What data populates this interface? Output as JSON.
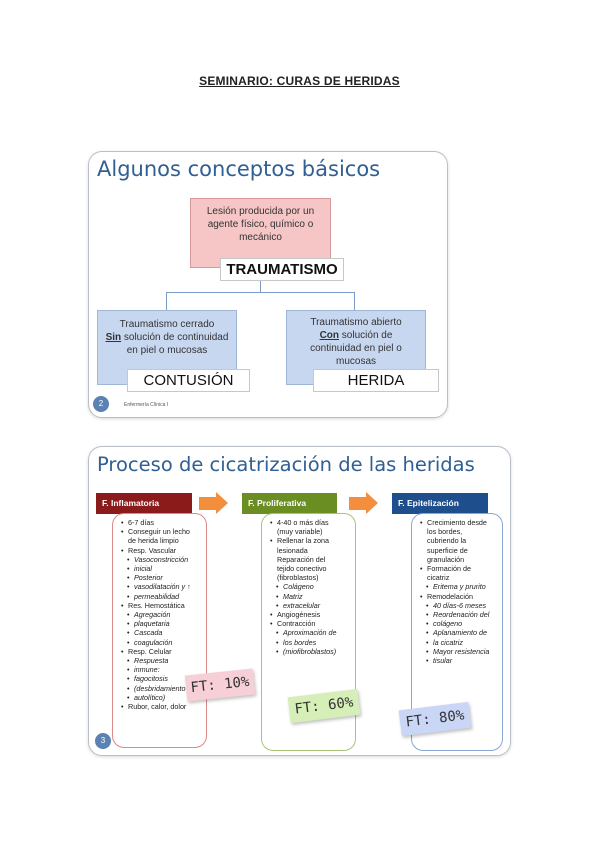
{
  "document": {
    "title": "SEMINARIO: CURAS DE HERIDAS"
  },
  "slide1": {
    "title": "Algunos conceptos básicos",
    "number": "2",
    "footer": "Enfermería Clínica I",
    "top_box": {
      "text_line1": "Lesión producida por un",
      "text_line2": "agente físico, químico o",
      "text_line3": "mecánico",
      "label": "TRAUMATISMO"
    },
    "left_box": {
      "line1": "Traumatismo cerrado",
      "line2_emph": "Sin",
      "line2_rest": " solución de continuidad",
      "line3": "en piel o mucosas",
      "label": "CONTUSIÓN"
    },
    "right_box": {
      "line1": "Traumatismo abierto",
      "line2_emph": "Con",
      "line2_rest": " solución de",
      "line3": "continuidad en piel o",
      "line4": "mucosas",
      "label": "HERIDA"
    },
    "colors": {
      "red_box": "#f6c5c5",
      "blue_box": "#c7d7f0",
      "title": "#2f5f93"
    }
  },
  "slide2": {
    "title": "Proceso de cicatrización de las heridas",
    "number": "3",
    "phases": [
      {
        "name": "F. Inflamatoria",
        "color": "#8b1a1a",
        "items": [
          "6-7 días",
          "Conseguir un lecho",
          "de herida limpio",
          "Resp. Vascular",
          "Vasoconstricción",
          "inicial",
          "Posterior",
          "vasodilatación y ↑",
          "permeabilidad",
          "Res. Hemostática",
          "Agregación",
          "plaquetaria",
          "Cascada",
          "coagulación",
          "Resp. Celular",
          "Respuesta",
          "inmune:",
          "fagocitosis",
          "(desbridamiento",
          "autolítico)",
          "Rubor, calor, dolor"
        ],
        "note": "FT: 10%"
      },
      {
        "name": "F. Proliferativa",
        "color": "#6b8e23",
        "items": [
          "4-40 o más días",
          "(muy variable)",
          "Rellenar la zona",
          "lesionada",
          "Reparación del",
          "tejido conectivo",
          "(fibroblastos)",
          "Colágeno",
          "Matriz",
          "extracelular",
          "Angiogénesis",
          "Contracción",
          "Aproximación de",
          "los bordes",
          "(miofibroblastos)"
        ],
        "note": "FT: 60%"
      },
      {
        "name": "F. Epitelización",
        "color": "#1f4e8c",
        "items": [
          "Crecimiento desde",
          "los bordes,",
          "cubriendo la",
          "superficie de",
          "granulación",
          "Formación de",
          "cicatriz",
          "Eritema y prurito",
          "Remodelación",
          "40 días-6 meses",
          "Reordenación del",
          "colágeno",
          "Aplanamiento de",
          "la cicatriz",
          "Mayor resistencia",
          "tisular"
        ],
        "note": "FT: 80%"
      }
    ],
    "note_colors": [
      "#f7cfd6",
      "#d6efb8",
      "#c9d6f5"
    ]
  }
}
